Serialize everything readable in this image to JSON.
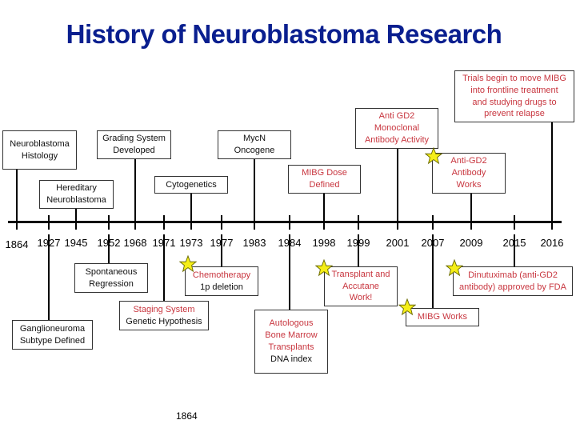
{
  "title": "History of Neuroblastoma Research",
  "colors": {
    "title": "#0a1f8f",
    "highlight": "#c8363f",
    "star": "#f5ee18"
  },
  "years": [
    "1864",
    "1927",
    "1945",
    "1952",
    "1968",
    "1971",
    "1973",
    "1977",
    "1983",
    "1984",
    "1998",
    "1999",
    "2001",
    "2007",
    "2009",
    "2015",
    "2016"
  ],
  "events_above": [
    {
      "year": "1864",
      "lines": [
        "Neuroblastoma",
        "Histology"
      ],
      "red": false
    },
    {
      "year": "1945",
      "lines": [
        "Hereditary",
        "Neuroblastoma"
      ],
      "red": false
    },
    {
      "year": "1968",
      "lines": [
        "Grading System",
        "Developed"
      ],
      "red": false
    },
    {
      "year": "1973",
      "lines": [
        "Cytogenetics"
      ],
      "red": false
    },
    {
      "year": "1983",
      "lines": [
        "MycN",
        "Oncogene"
      ],
      "red": false
    },
    {
      "year": "1998",
      "lines": [
        "MIBG Dose",
        "Defined"
      ],
      "red": true
    },
    {
      "year": "2001",
      "lines": [
        "Anti GD2",
        "Monoclonal",
        "Antibody Activity"
      ],
      "red": true
    },
    {
      "year": "2009",
      "lines": [
        "Anti-GD2",
        "Antibody",
        "Works"
      ],
      "red": true,
      "star": true
    },
    {
      "year": "2016",
      "lines": [
        "Trials begin to move MIBG",
        "into frontline treatment",
        "and studying drugs to",
        "prevent relapse"
      ],
      "red": true
    }
  ],
  "events_below": [
    {
      "year": "1927",
      "lines": [
        "Ganglioneuroma",
        "Subtype Defined"
      ],
      "red": false
    },
    {
      "year": "1952",
      "lines": [
        "Spontaneous",
        "Regression"
      ],
      "red": false
    },
    {
      "year": "1971",
      "red_line": "Staging System",
      "black_line": "Genetic Hypothesis"
    },
    {
      "year": "1977",
      "red_line": "Chemotherapy",
      "black_line": "1p deletion",
      "star": true
    },
    {
      "year": "1984",
      "red_lines": [
        "Autologous",
        "Bone Marrow",
        "Transplants"
      ],
      "black_line": "DNA index"
    },
    {
      "year": "1999",
      "lines": [
        "Transplant and",
        "Accutane",
        "Work!"
      ],
      "red": true,
      "star": true
    },
    {
      "year": "2007",
      "lines": [
        "MIBG Works"
      ],
      "red": true,
      "star": true
    },
    {
      "year": "2015",
      "lines": [
        "Dinutuximab (anti-GD2",
        "antibody) approved by FDA"
      ],
      "red": true,
      "star": true
    }
  ],
  "footer_note": "1864"
}
